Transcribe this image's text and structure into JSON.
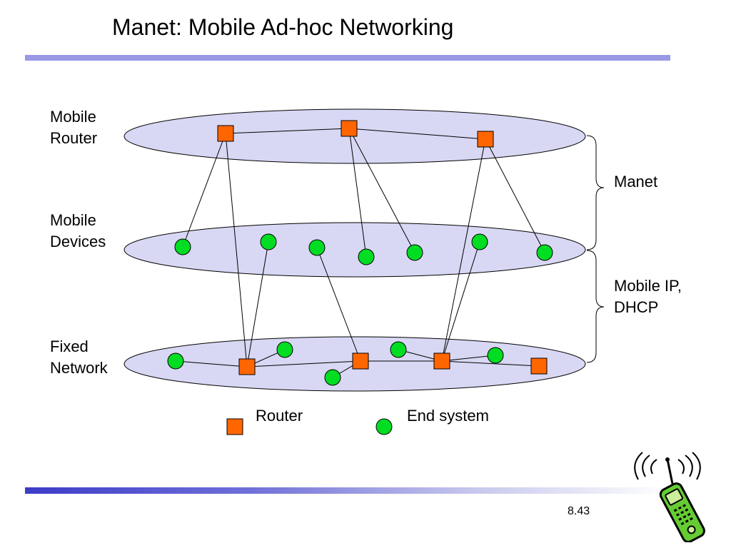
{
  "title": "Manet: Mobile Ad-hoc Networking",
  "layers": {
    "router": [
      "Mobile",
      "Router"
    ],
    "devices": [
      "Mobile",
      "Devices"
    ],
    "fixed": [
      "Fixed",
      "Network"
    ]
  },
  "braces": {
    "manet": [
      "Manet"
    ],
    "mobile_ip": [
      "Mobile IP,",
      "DHCP"
    ]
  },
  "legend": {
    "router_label": "Router",
    "end_system_label": "End system"
  },
  "slide_number": "8.43",
  "colors": {
    "layer_fill": "#d8d8f4",
    "router_fill": "#ff6600",
    "end_system_fill": "#00dd22",
    "title_rule": "#9999e6"
  },
  "icons": [
    "router-square-icon",
    "end-system-circle-icon",
    "mobile-phone-icon"
  ]
}
